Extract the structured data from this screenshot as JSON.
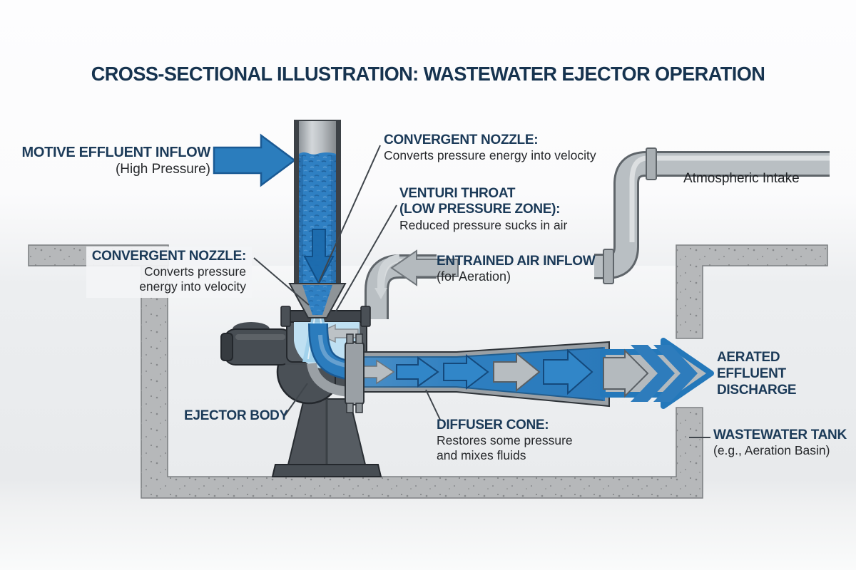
{
  "title": "CROSS-SECTIONAL ILLUSTRATION: WASTEWATER EJECTOR OPERATION",
  "labels": {
    "motive": {
      "heading": "MOTIVE EFFLUENT INFLOW",
      "sub": "(High Pressure)"
    },
    "convergent_top": {
      "heading": "CONVERGENT NOZZLE:",
      "sub": "Converts pressure energy into velocity"
    },
    "venturi": {
      "heading1": "VENTURI THROAT",
      "heading2": "(LOW PRESSURE ZONE):",
      "sub": "Reduced pressure sucks in air"
    },
    "atmospheric": {
      "text": "Atmospheric Intake"
    },
    "entrained": {
      "heading": "ENTRAINED AIR INFLOW",
      "sub": "(for Aeration)"
    },
    "convergent_left": {
      "heading": "CONVERGENT NOZZLE:",
      "sub1": "Converts pressure",
      "sub2": "energy into velocity"
    },
    "ejector": {
      "heading": "EJECTOR BODY"
    },
    "diffuser": {
      "heading": "DIFFUSER CONE:",
      "sub1": "Restores some pressure",
      "sub2": "and mixes fluids"
    },
    "aerated": {
      "line1": "AERATED",
      "line2": "EFFLUENT",
      "line3": "DISCHARGE"
    },
    "wastewater": {
      "heading": "WASTEWATER TANK",
      "sub": "(e.g., Aeration Basin)"
    }
  },
  "colors": {
    "accent_navy": "#1b3a58",
    "body_text": "#26282b",
    "water_blue": "#2f80c3",
    "flow_blue_dark": "#1d6bad",
    "light_blue_spray": "#a8d3ed",
    "pipe_gray": "#b7bdc1",
    "concrete_gray": "#b6b8ba",
    "casting_charcoal": "#4a5056"
  }
}
